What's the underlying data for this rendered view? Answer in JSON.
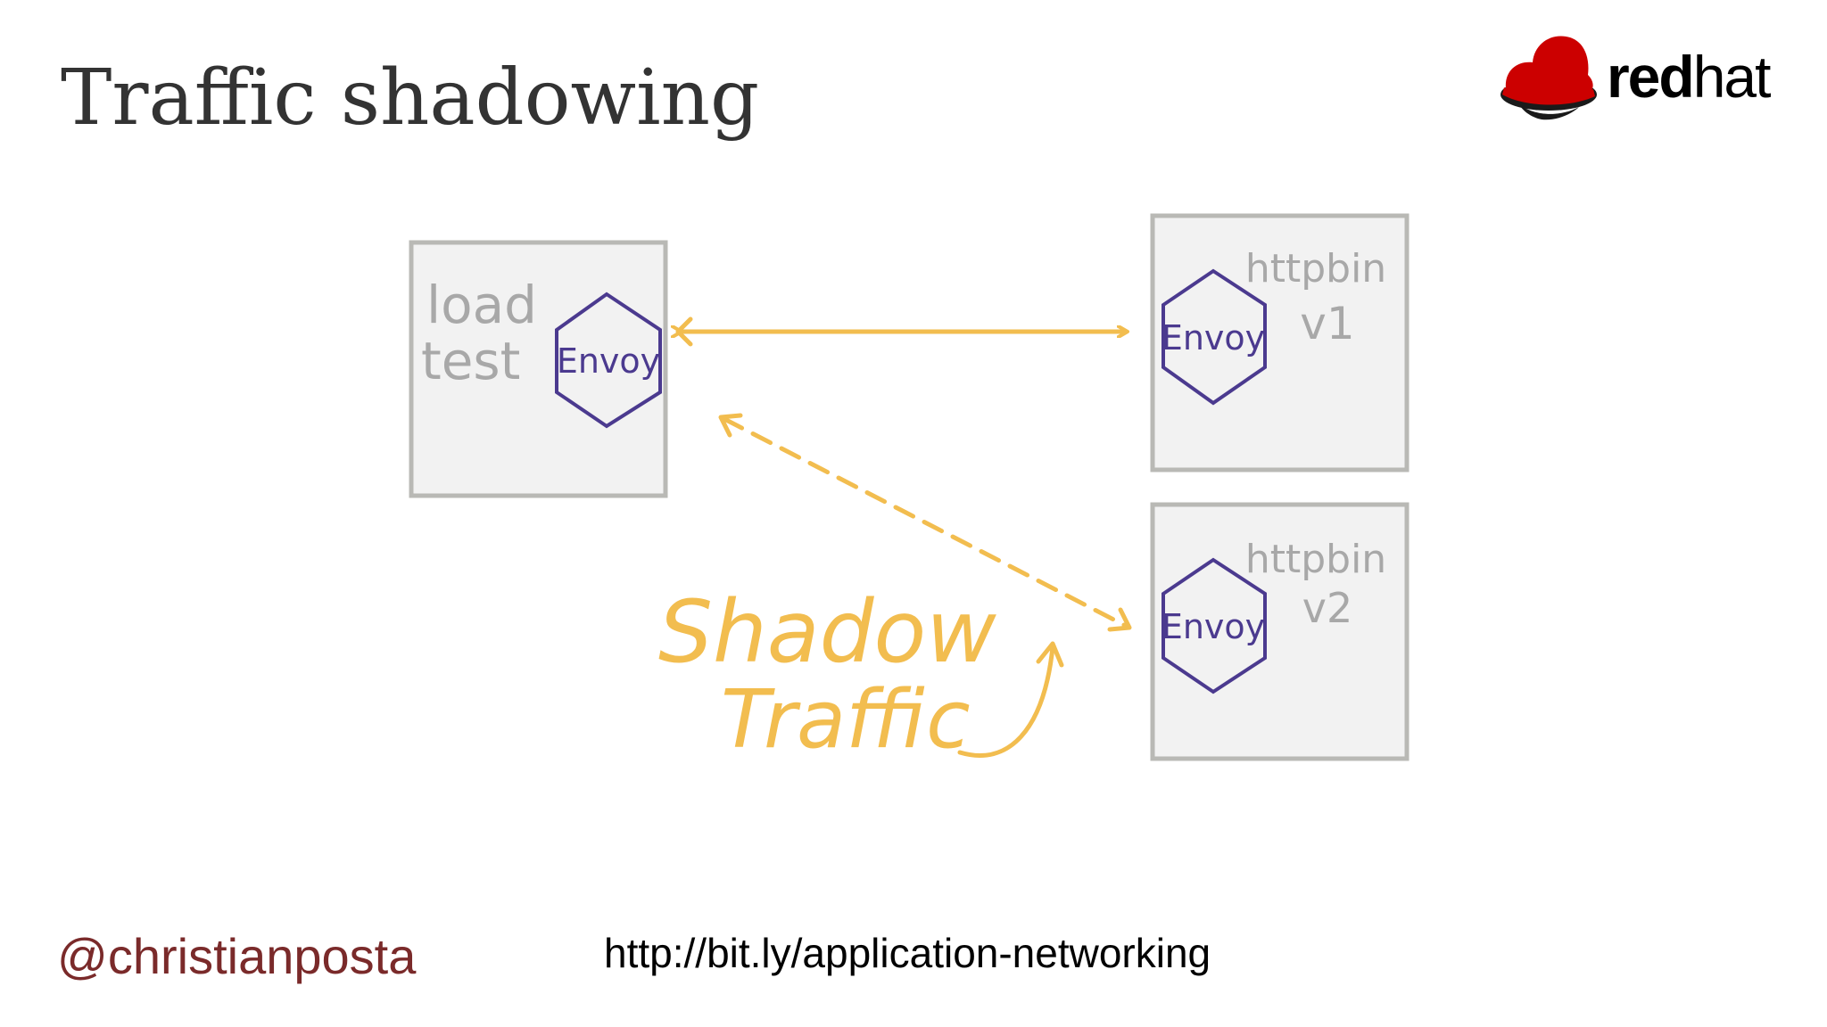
{
  "slide": {
    "title": "Traffic shadowing",
    "handle": "@christianposta",
    "url": "http://bit.ly/application-networking"
  },
  "logo": {
    "word_bold": "red",
    "word_light": "hat",
    "trademark": "."
  },
  "diagram": {
    "nodes": [
      {
        "id": "load-test",
        "label_lines": [
          "load",
          "test"
        ],
        "sidecar": "Envoy"
      },
      {
        "id": "httpbin-v1",
        "label_lines": [
          "httpbin",
          "v1"
        ],
        "sidecar": "Envoy"
      },
      {
        "id": "httpbin-v2",
        "label_lines": [
          "httpbin",
          "v2"
        ],
        "sidecar": "Envoy"
      }
    ],
    "edges": [
      {
        "from": "load-test",
        "to": "httpbin-v1",
        "style": "solid",
        "direction": "both"
      },
      {
        "from": "load-test",
        "to": "httpbin-v2",
        "style": "dashed",
        "direction": "both"
      }
    ],
    "annotation": [
      "Shadow",
      "Traffic"
    ]
  },
  "colors": {
    "arrow": "#f2bd4f",
    "envoy": "#4b3a8f",
    "box_fill": "#f2f2f2",
    "box_stroke": "#b9b9b5",
    "label_grey": "#a8a8a8",
    "handle": "#7a2a2a",
    "logo_red": "#cc0000"
  }
}
